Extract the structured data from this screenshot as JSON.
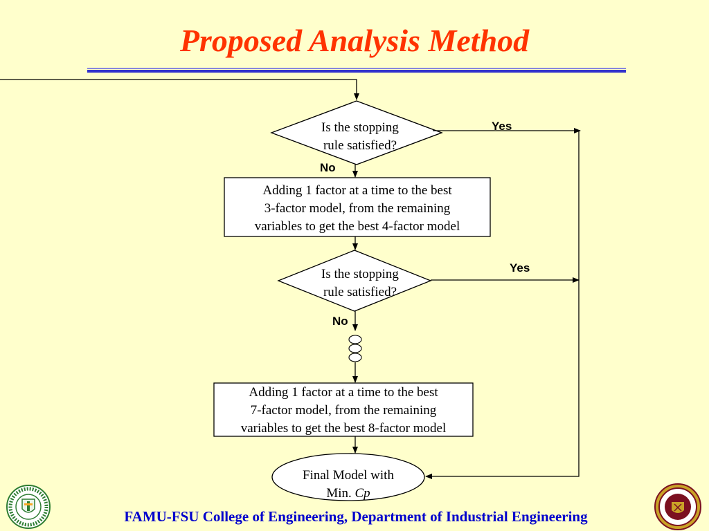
{
  "title": "Proposed Analysis Method",
  "flow": {
    "decision1": {
      "line1": "Is the stopping",
      "line2": "rule satisfied?"
    },
    "decision2": {
      "line1": "Is the stopping",
      "line2": "rule satisfied?"
    },
    "process1": {
      "line1": "Adding 1 factor at a time to the best",
      "line2": "3-factor model, from the remaining",
      "line3": "variables to get the best 4-factor model"
    },
    "process2": {
      "line1": "Adding 1 factor at a time to the best",
      "line2": "7-factor model, from the remaining",
      "line3": "variables to get the best 8-factor model"
    },
    "final": {
      "line1": "Final Model with",
      "line2_prefix": "Min. ",
      "line2_italic": "Cp"
    },
    "labels": {
      "yes1": "Yes",
      "no1": "No",
      "yes2": "Yes",
      "no2": "No"
    }
  },
  "footer": "FAMU-FSU College of Engineering,  Department of Industrial Engineering",
  "colors": {
    "title": "#FF3300",
    "footer": "#0000CC",
    "rule": "#3333CC",
    "background": "#FFFFCC"
  }
}
